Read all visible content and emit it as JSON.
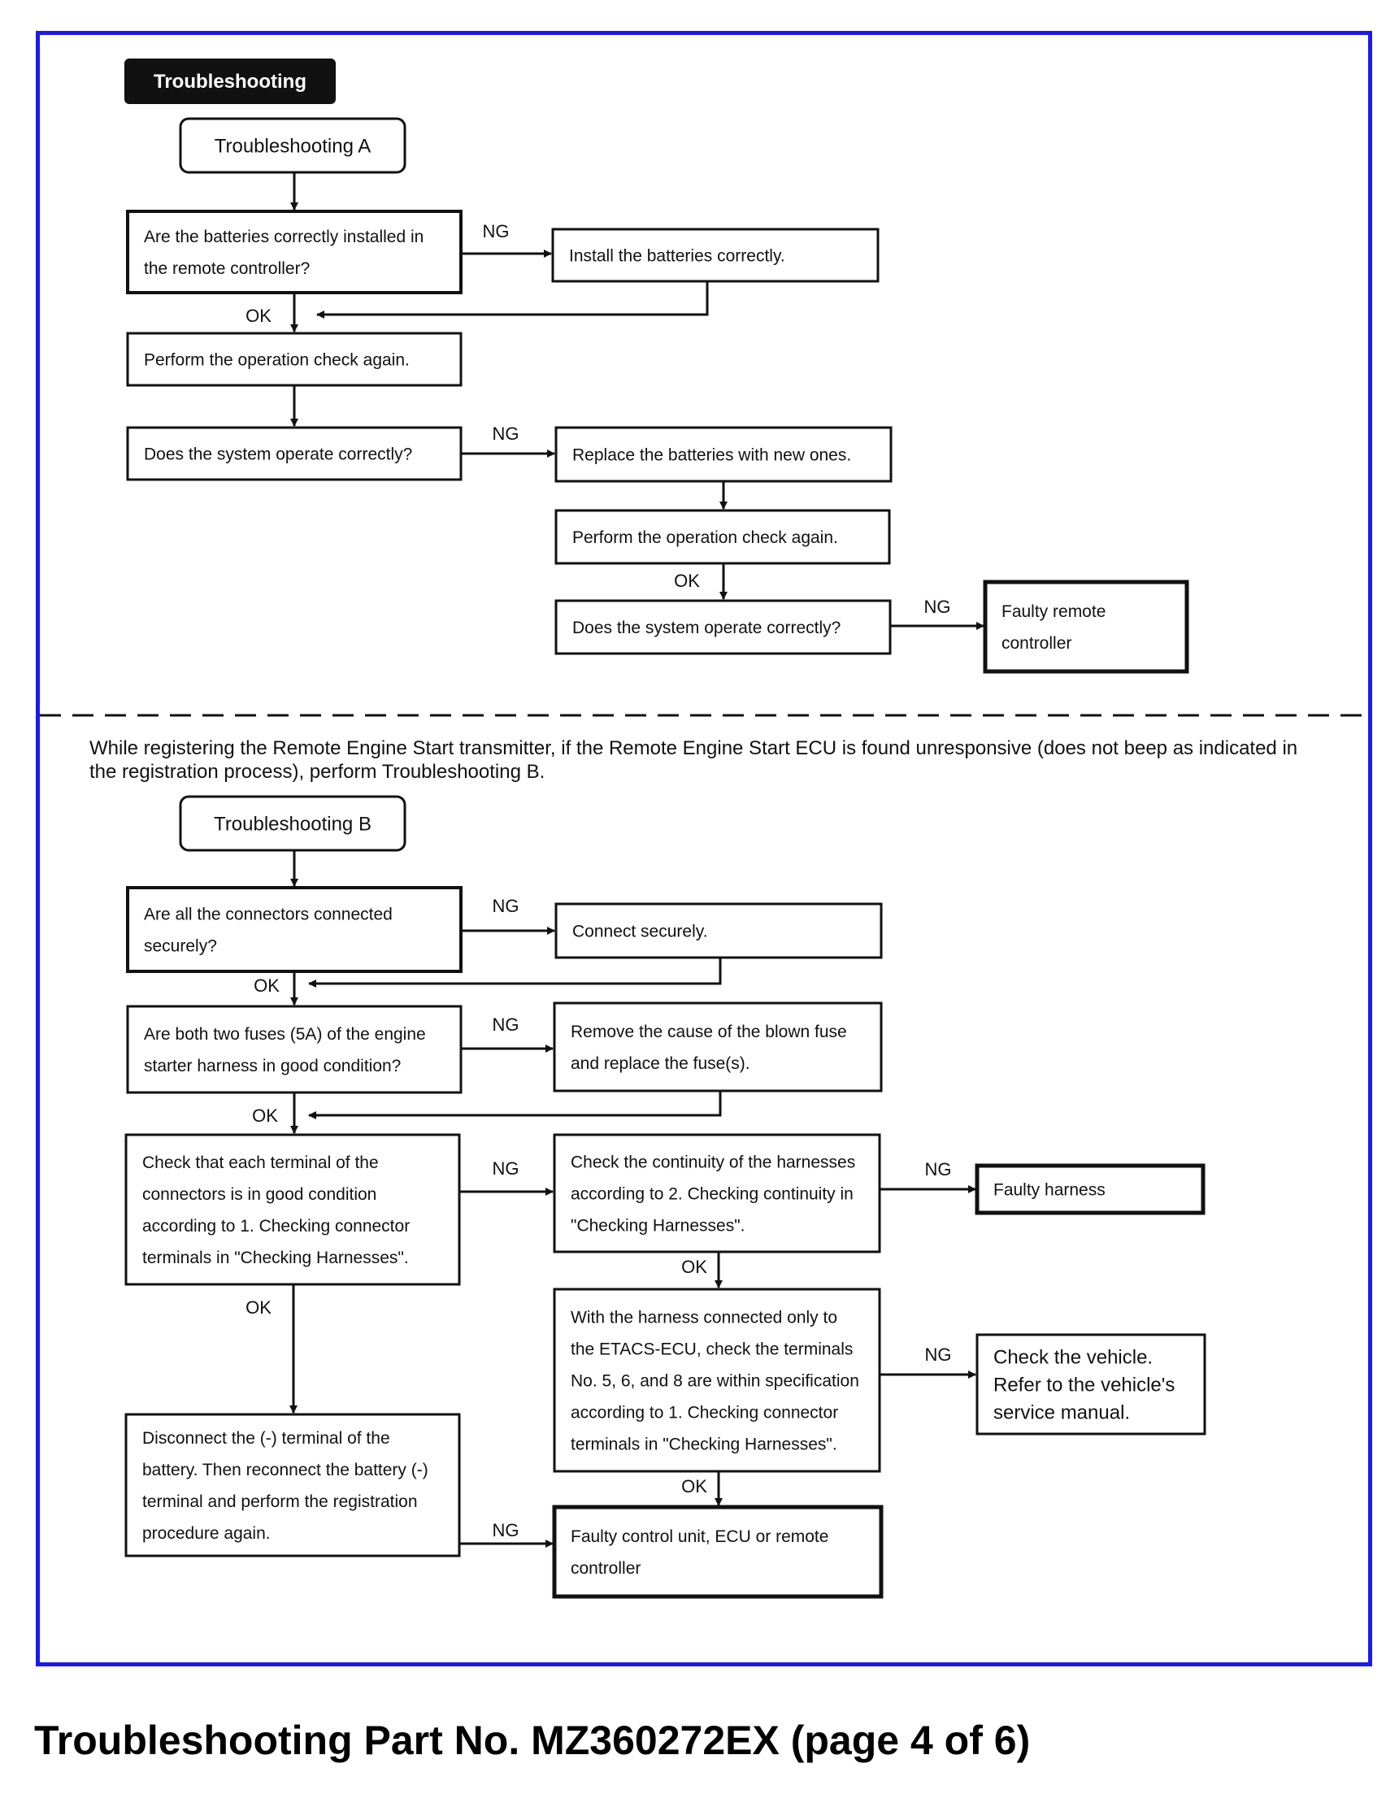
{
  "header_badge": "Troubleshooting",
  "section_a": {
    "start": "Troubleshooting A",
    "q1": [
      "Are the batteries correctly installed in",
      "the remote controller?"
    ],
    "fix1": [
      "Install the batteries correctly."
    ],
    "step1": [
      "Perform the operation check again."
    ],
    "q2": [
      "Does the system operate correctly?"
    ],
    "fix2": [
      "Replace the batteries with new ones."
    ],
    "step2": [
      "Perform the operation check again."
    ],
    "q3": [
      "Does the system operate correctly?"
    ],
    "end": [
      "Faulty remote",
      "controller"
    ]
  },
  "intro_text": "While registering the Remote Engine Start transmitter, if the Remote Engine Start ECU is found unresponsive (does not beep as indicated in the registration process), perform Troubleshooting B.",
  "section_b": {
    "start": "Troubleshooting B",
    "q1": [
      "Are all the connectors connected",
      "securely?"
    ],
    "fix1": [
      "Connect securely."
    ],
    "q2": [
      "Are both two fuses (5A) of the engine",
      "starter harness in good condition?"
    ],
    "fix2": [
      "Remove the cause of the blown fuse",
      "and replace the fuse(s)."
    ],
    "q3": [
      "Check that each terminal of the",
      "connectors is in good condition",
      "according to 1. Checking connector",
      "terminals in \"Checking Harnesses\"."
    ],
    "q4": [
      "Check the continuity of the harnesses",
      "according to 2. Checking continuity in",
      "\"Checking Harnesses\"."
    ],
    "end_harness": [
      "Faulty harness"
    ],
    "q5": [
      "With the harness connected only to",
      "the ETACS-ECU, check the terminals",
      "No. 5, 6, and 8 are within specification",
      "according to 1. Checking connector",
      "terminals in \"Checking Harnesses\"."
    ],
    "end_vehicle": [
      "Check the vehicle.",
      "Refer to the vehicle's",
      "service manual."
    ],
    "step": [
      "Disconnect the (-) terminal of the",
      "battery. Then reconnect the battery (-)",
      "terminal and perform the registration",
      "procedure again."
    ],
    "end_faulty": [
      "Faulty control unit, ECU or remote",
      "controller"
    ]
  },
  "labels": {
    "ok": "OK",
    "ng": "NG"
  },
  "footer": "Troubleshooting Part No. MZ360272EX (page 4 of 6)"
}
